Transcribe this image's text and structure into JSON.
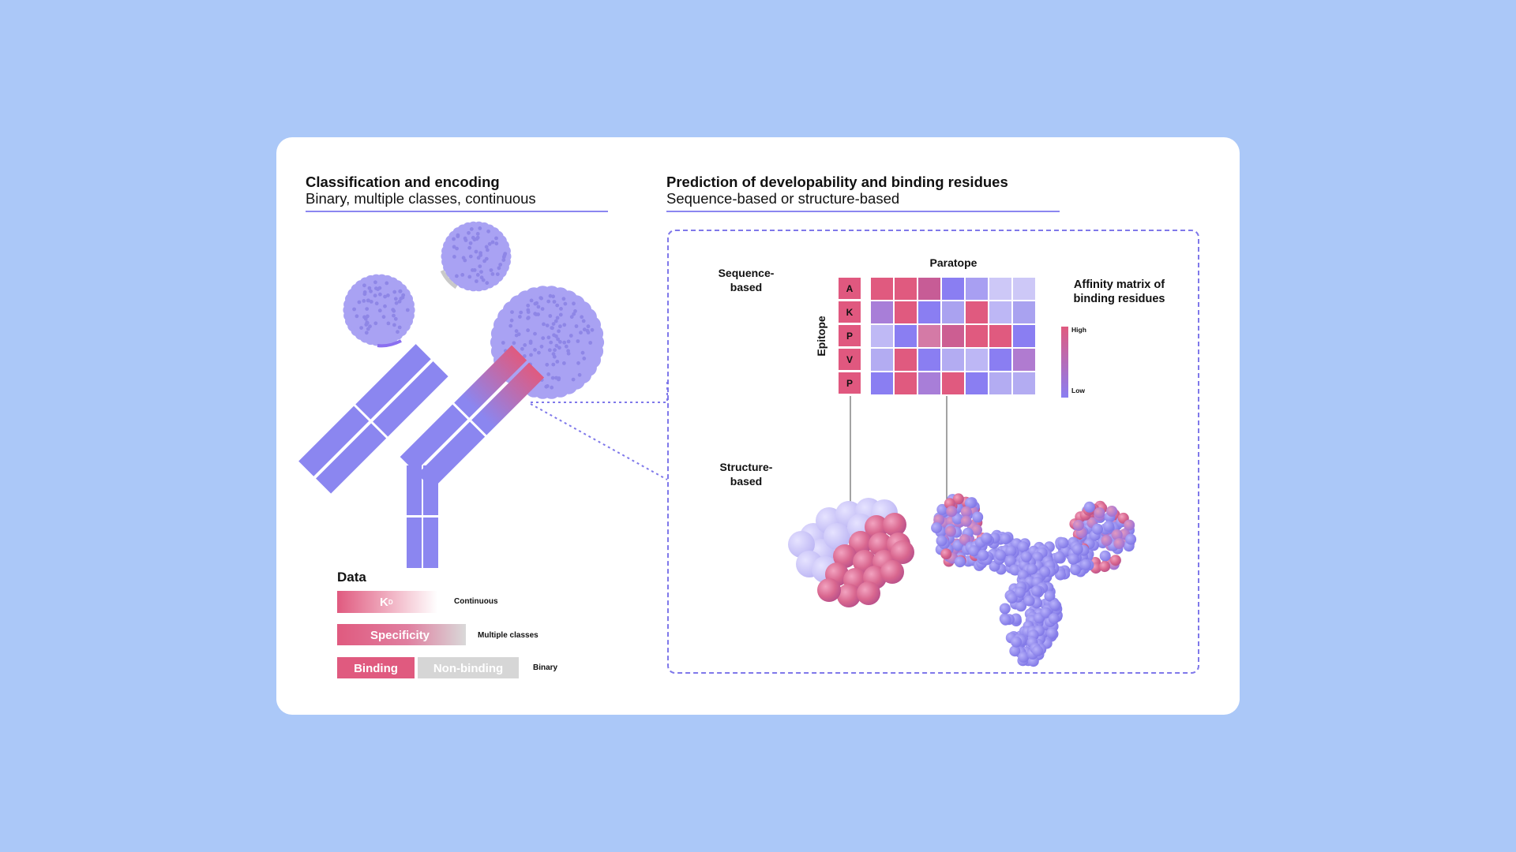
{
  "left_panel": {
    "title": "Classification and encoding",
    "subtitle": "Binary, multiple classes, continuous"
  },
  "right_panel": {
    "title": "Prediction of developability and binding residues",
    "subtitle": "Sequence-based or structure-based"
  },
  "labels": {
    "sequence_based": [
      "Sequence-",
      "based"
    ],
    "structure_based": [
      "Structure-",
      "based"
    ],
    "paratope": "Paratope",
    "epitope": "Epitope",
    "affinity_title": [
      "Affinity matrix of",
      "binding residues"
    ],
    "scale_high": "High",
    "scale_low": "Low"
  },
  "epitope_residues": [
    "A",
    "K",
    "P",
    "V",
    "P"
  ],
  "affinity_matrix_colors": [
    [
      "#e05a7f",
      "#e05a7f",
      "#c75c96",
      "#8a7ef2",
      "#a89ff2",
      "#cdc8f7",
      "#cdc8f7"
    ],
    [
      "#a87ed8",
      "#e05a7f",
      "#8a7ef2",
      "#aaa2f0",
      "#e05a7f",
      "#bdb7f5",
      "#a9a2f0"
    ],
    [
      "#bfb9f5",
      "#8a7ef2",
      "#d47aa6",
      "#cc5e92",
      "#e05a7f",
      "#e05a7f",
      "#8a7ef2"
    ],
    [
      "#b3acf2",
      "#e05a7f",
      "#8a7ef2",
      "#b3acf2",
      "#bdb7f5",
      "#8a7ef2",
      "#b07bd0"
    ],
    [
      "#8a7ef2",
      "#e05a7f",
      "#a87ed8",
      "#e05a7f",
      "#8a7ef2",
      "#b3acf2",
      "#b3acf2"
    ]
  ],
  "data_legend": {
    "title": "Data",
    "kd_label": "K",
    "kd_sub": "D",
    "continuous": "Continuous",
    "specificity": "Specificity",
    "multiple_classes": "Multiple classes",
    "binding": "Binding",
    "non_binding": "Non-binding",
    "binary": "Binary"
  },
  "colors": {
    "background": "#abc8f8",
    "antibody": "#8b86f0",
    "antigen": "#a9a2f3",
    "binding_pink": "#e05a7f",
    "non_binding_gray": "#d6d6d6",
    "dash": "#7f78ea"
  }
}
